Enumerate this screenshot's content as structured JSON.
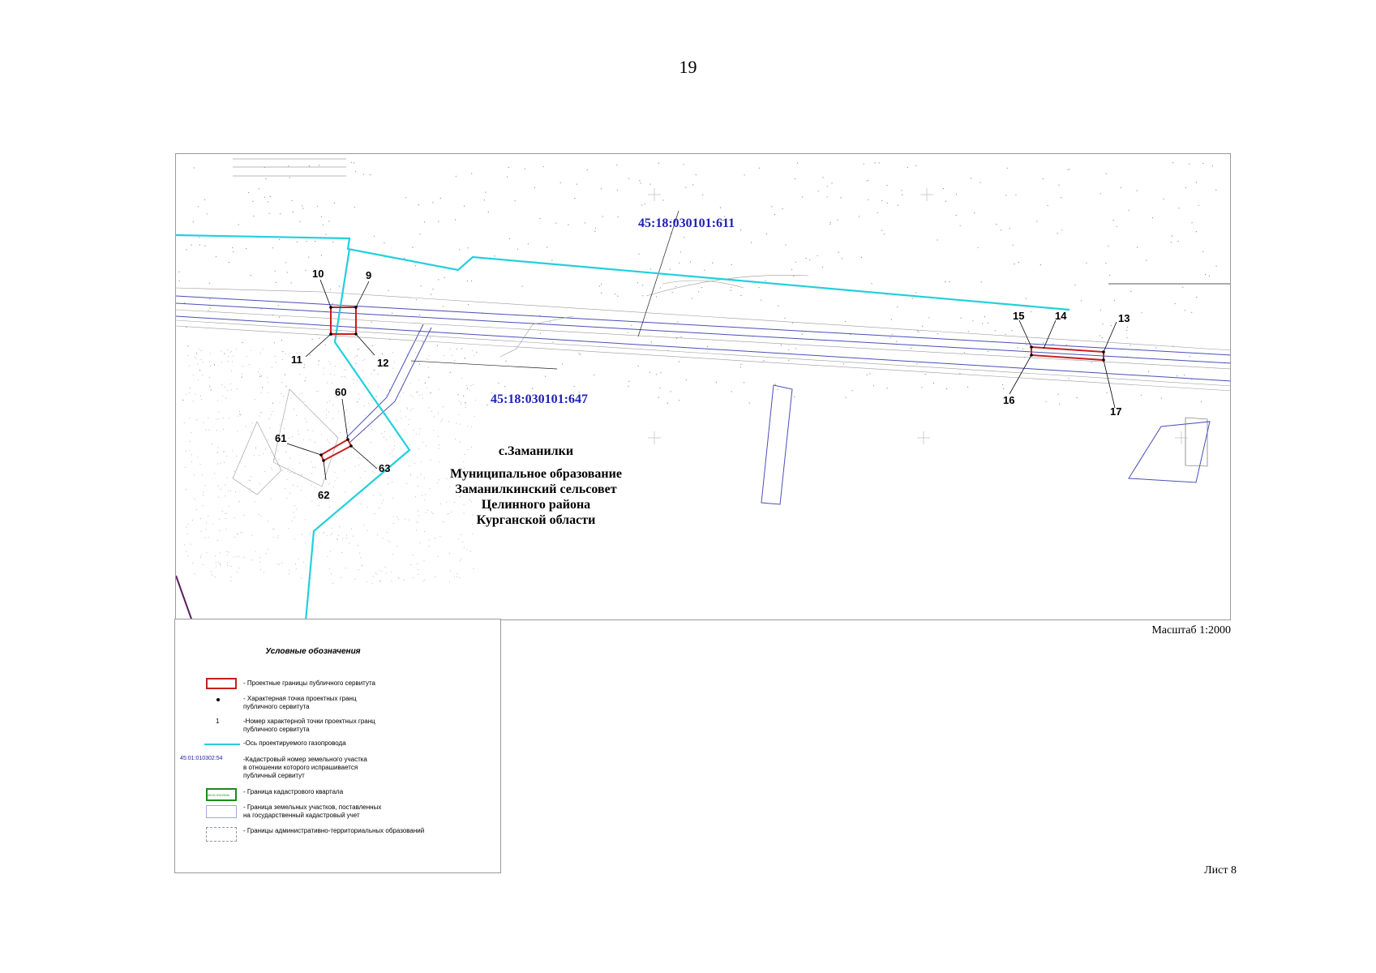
{
  "page_number": "19",
  "map": {
    "cadastral_numbers": [
      "45:18:030101:611",
      "45:18:030101:647"
    ],
    "settlement": "с.Заманилки",
    "municipality_lines": [
      "Муниципальное образование",
      "Заманилкинский сельсовет",
      "Целинного района",
      "Курганской области"
    ],
    "point_labels": [
      "9",
      "10",
      "11",
      "12",
      "13",
      "14",
      "15",
      "16",
      "17",
      "60",
      "61",
      "62",
      "63"
    ],
    "colors": {
      "servitude_boundary": "#c81e1e",
      "gas_pipeline_axis": "#21d0dd",
      "cadastral_number_text": "#1f22b5",
      "land_parcel_boundary": "#4a4fb8"
    }
  },
  "scale_text": "Масштаб 1:2000",
  "sheet_text": "Лист 8",
  "legend": {
    "title": "Условные обозначения",
    "items": [
      {
        "text": "- Проектные границы публичного сервитута"
      },
      {
        "text": "- Характерная точка проектных гранц\nпубличного сервитута"
      },
      {
        "symbol_text": "1",
        "text": "-Номер  характерной точки проектных гранц\nпубличного сервитута"
      },
      {
        "text": "-Ось проектируемого газопровода"
      },
      {
        "symbol_text": "45:01:010302:54",
        "text": "-Кадастровый номер  земельного участка\nв отношении которого испрашивается\nпубличный сервитут"
      },
      {
        "symbol_text": "45:01:0312006",
        "text": "- Граница кадастрового квартала"
      },
      {
        "text": "- Граница земельных участков, поставленных\n на государственный кадастровый учет"
      },
      {
        "text": "- Границы административно-территориальных образований"
      }
    ]
  }
}
